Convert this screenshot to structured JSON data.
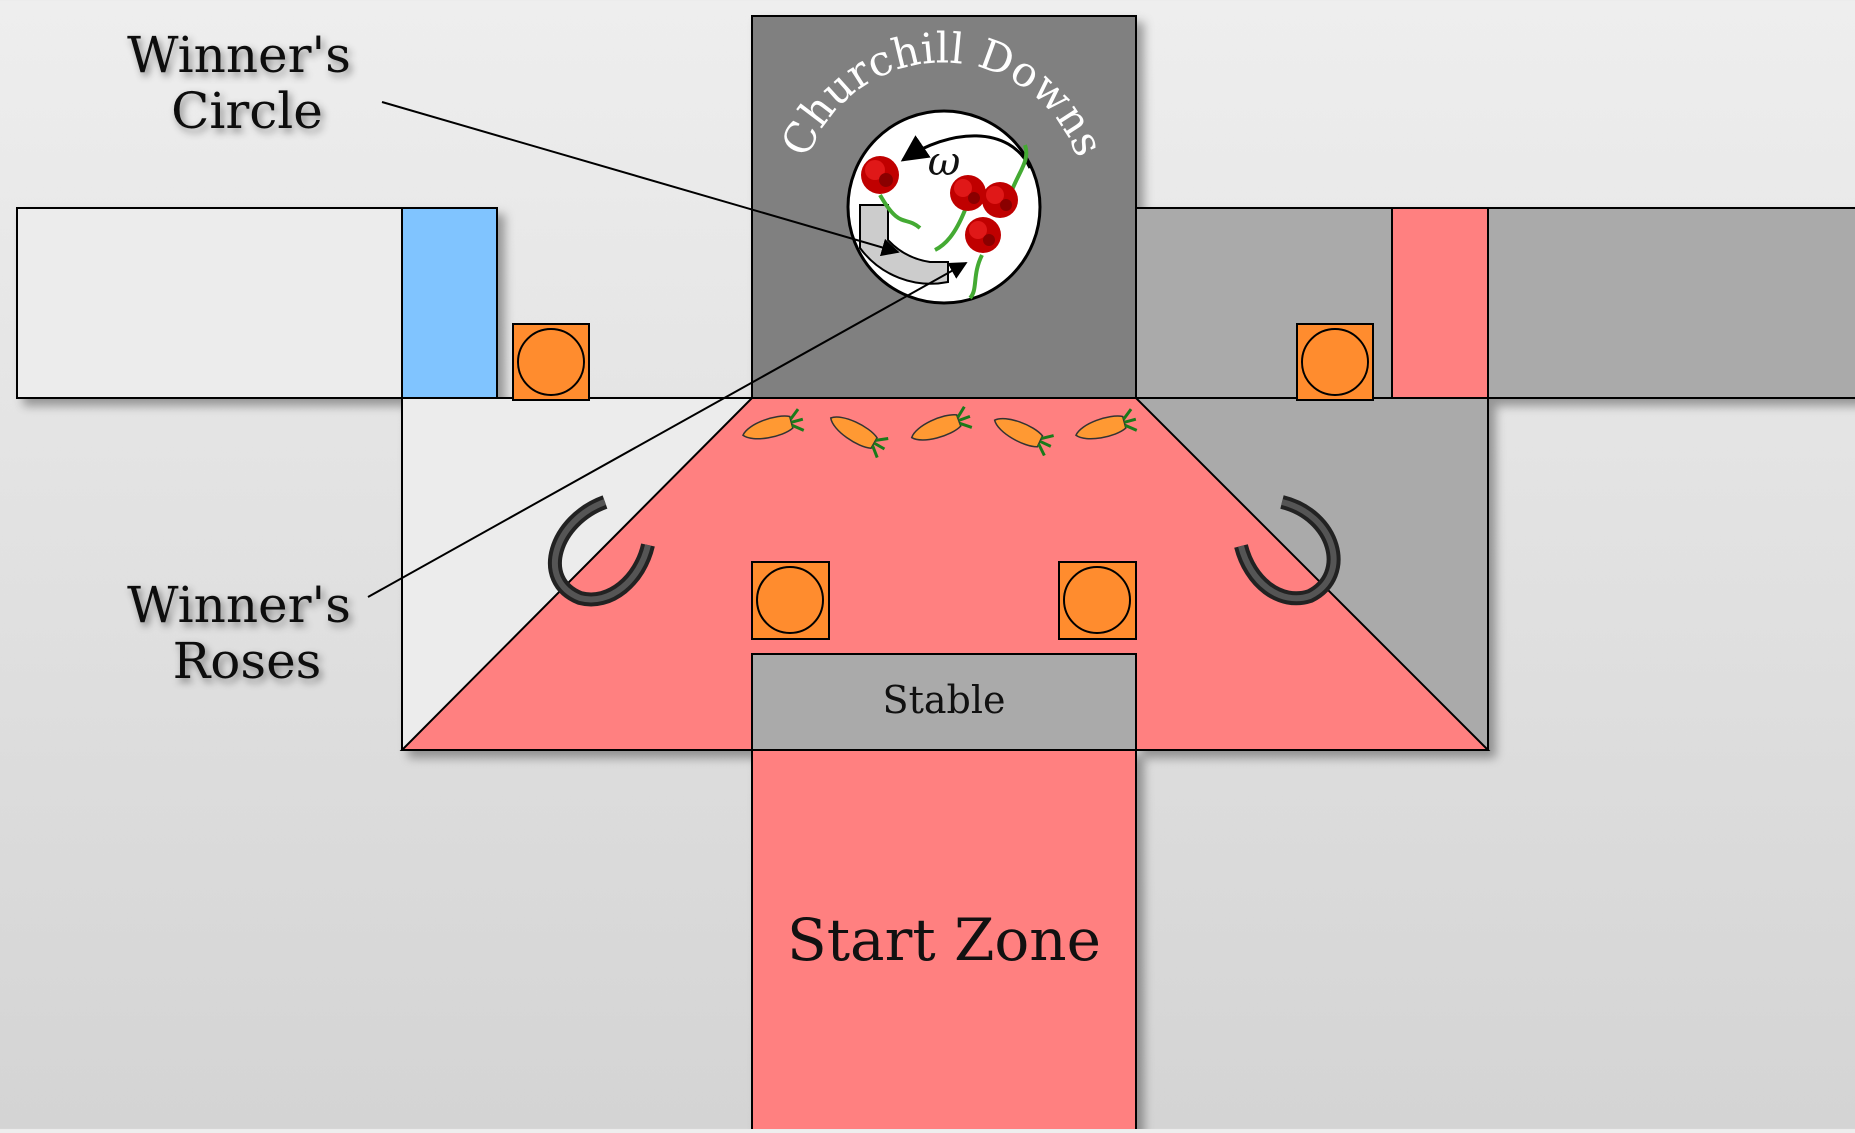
{
  "labels": {
    "winners_circle": [
      "Winner's",
      "Circle"
    ],
    "winners_roses": [
      "Winner's",
      "Roses"
    ],
    "churchill_downs": "Churchill Downs",
    "omega": "ω",
    "stable": "Stable",
    "start_zone": "Start Zone"
  },
  "colors": {
    "background": "#e2e2e2",
    "light_room": "#ececec",
    "dark_room": "#aaaaaa",
    "center_room": "#808080",
    "red_zone": "#ff8080",
    "blue_door": "#80c4ff",
    "red_door": "#ff8080",
    "orange_button": "#ff8c2e",
    "stable": "#aaaaaa",
    "horseshoe": "#404040"
  },
  "icons": [
    "orange-button-icon",
    "horseshoe-icon",
    "carrot-icon",
    "rose-icon",
    "rotation-arrow-icon"
  ]
}
